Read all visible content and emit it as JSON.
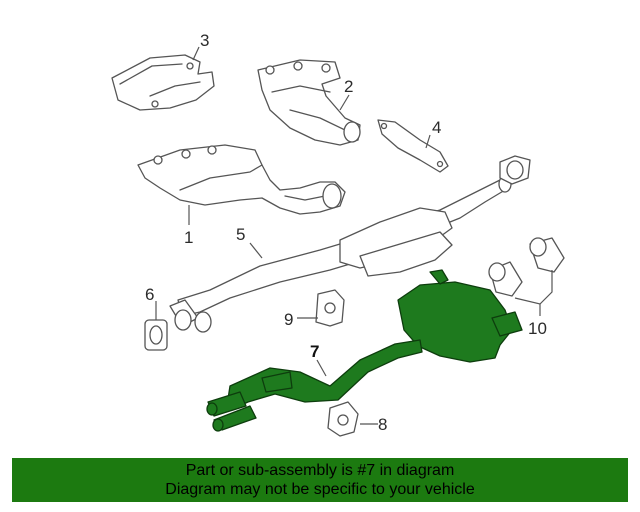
{
  "diagram": {
    "callouts": {
      "c1": "1",
      "c2": "2",
      "c3": "3",
      "c4": "4",
      "c5": "5",
      "c6": "6",
      "c7": "7",
      "c8": "8",
      "c9": "9",
      "c10": "10"
    },
    "highlight_color": "#1e7a1e",
    "line_color": "#555555"
  },
  "banner": {
    "line1": "Part or sub-assembly is #7 in diagram",
    "line2": "Diagram may not be specific to your vehicle",
    "background": "#1c7a10"
  }
}
